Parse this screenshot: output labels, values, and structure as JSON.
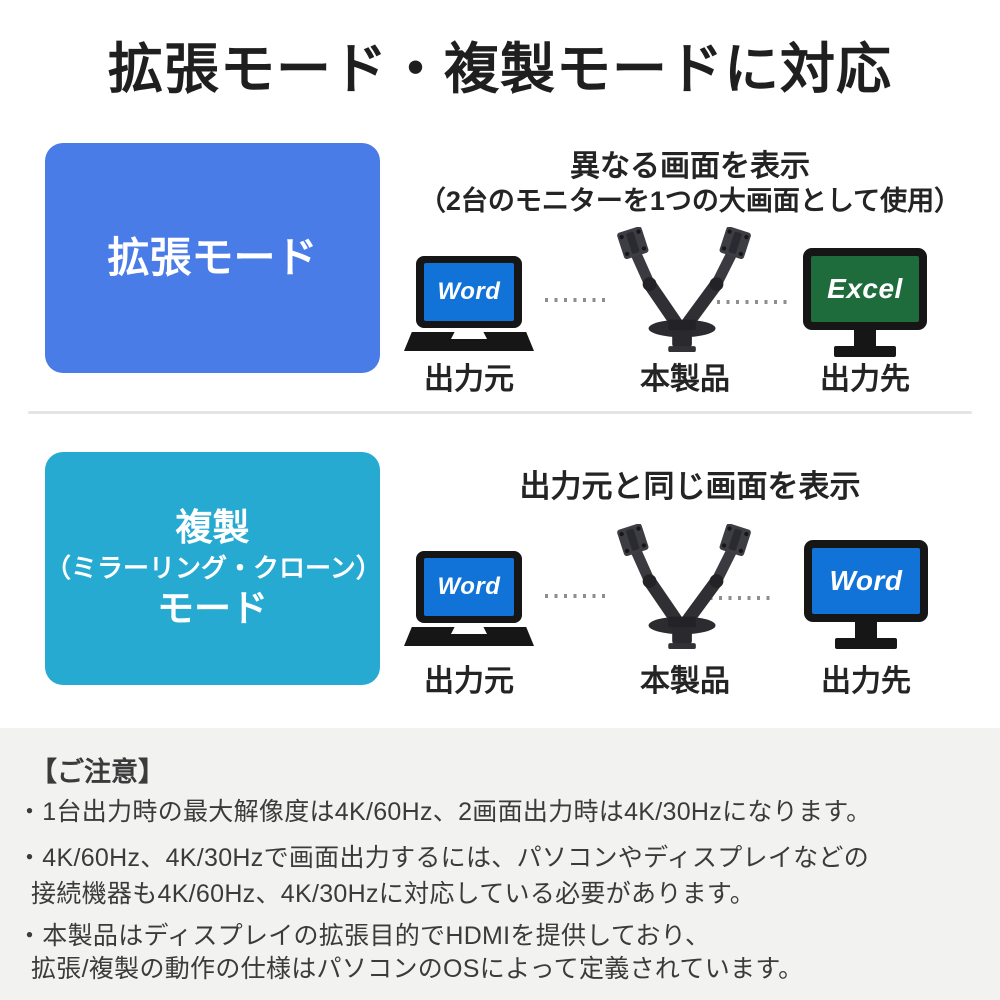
{
  "title": "拡張モード・複製モードに対応",
  "colors": {
    "extend_box": "#4a7ce8",
    "duplicate_box": "#26aad2",
    "word_screen": "#1173d8",
    "excel_screen": "#1e6b3c",
    "notes_bg": "#f2f2f1"
  },
  "sections": [
    {
      "mode_box": {
        "lines": [
          "拡張モード"
        ]
      },
      "heading_lines": [
        "異なる画面を表示",
        "（2台のモニターを1つの大画面として使用）"
      ],
      "source": {
        "screen_app": "Word",
        "label": "出力元"
      },
      "product": {
        "label": "本製品"
      },
      "dest": {
        "screen_app": "Excel",
        "label": "出力先"
      }
    },
    {
      "mode_box": {
        "lines": [
          "複製",
          "（ミラーリング・クローン）",
          "モード"
        ]
      },
      "heading_lines": [
        "出力元と同じ画面を表示"
      ],
      "source": {
        "screen_app": "Word",
        "label": "出力元"
      },
      "product": {
        "label": "本製品"
      },
      "dest": {
        "screen_app": "Word",
        "label": "出力先"
      }
    }
  ],
  "notes": {
    "heading": "【ご注意】",
    "items": [
      {
        "lines": [
          "・1台出力時の最大解像度は4K/60Hz、2画面出力時は4K/30Hzになります。"
        ]
      },
      {
        "lines": [
          "・4K/60Hz、4K/30Hzで画面出力するには、パソコンやディスプレイなどの",
          "接続機器も4K/60Hz、4K/30Hzに対応している必要があります。"
        ]
      },
      {
        "lines": [
          "・本製品はディスプレイの拡張目的でHDMIを提供しており、",
          "拡張/複製の動作の仕様はパソコンのOSによって定義されています。"
        ]
      }
    ]
  }
}
